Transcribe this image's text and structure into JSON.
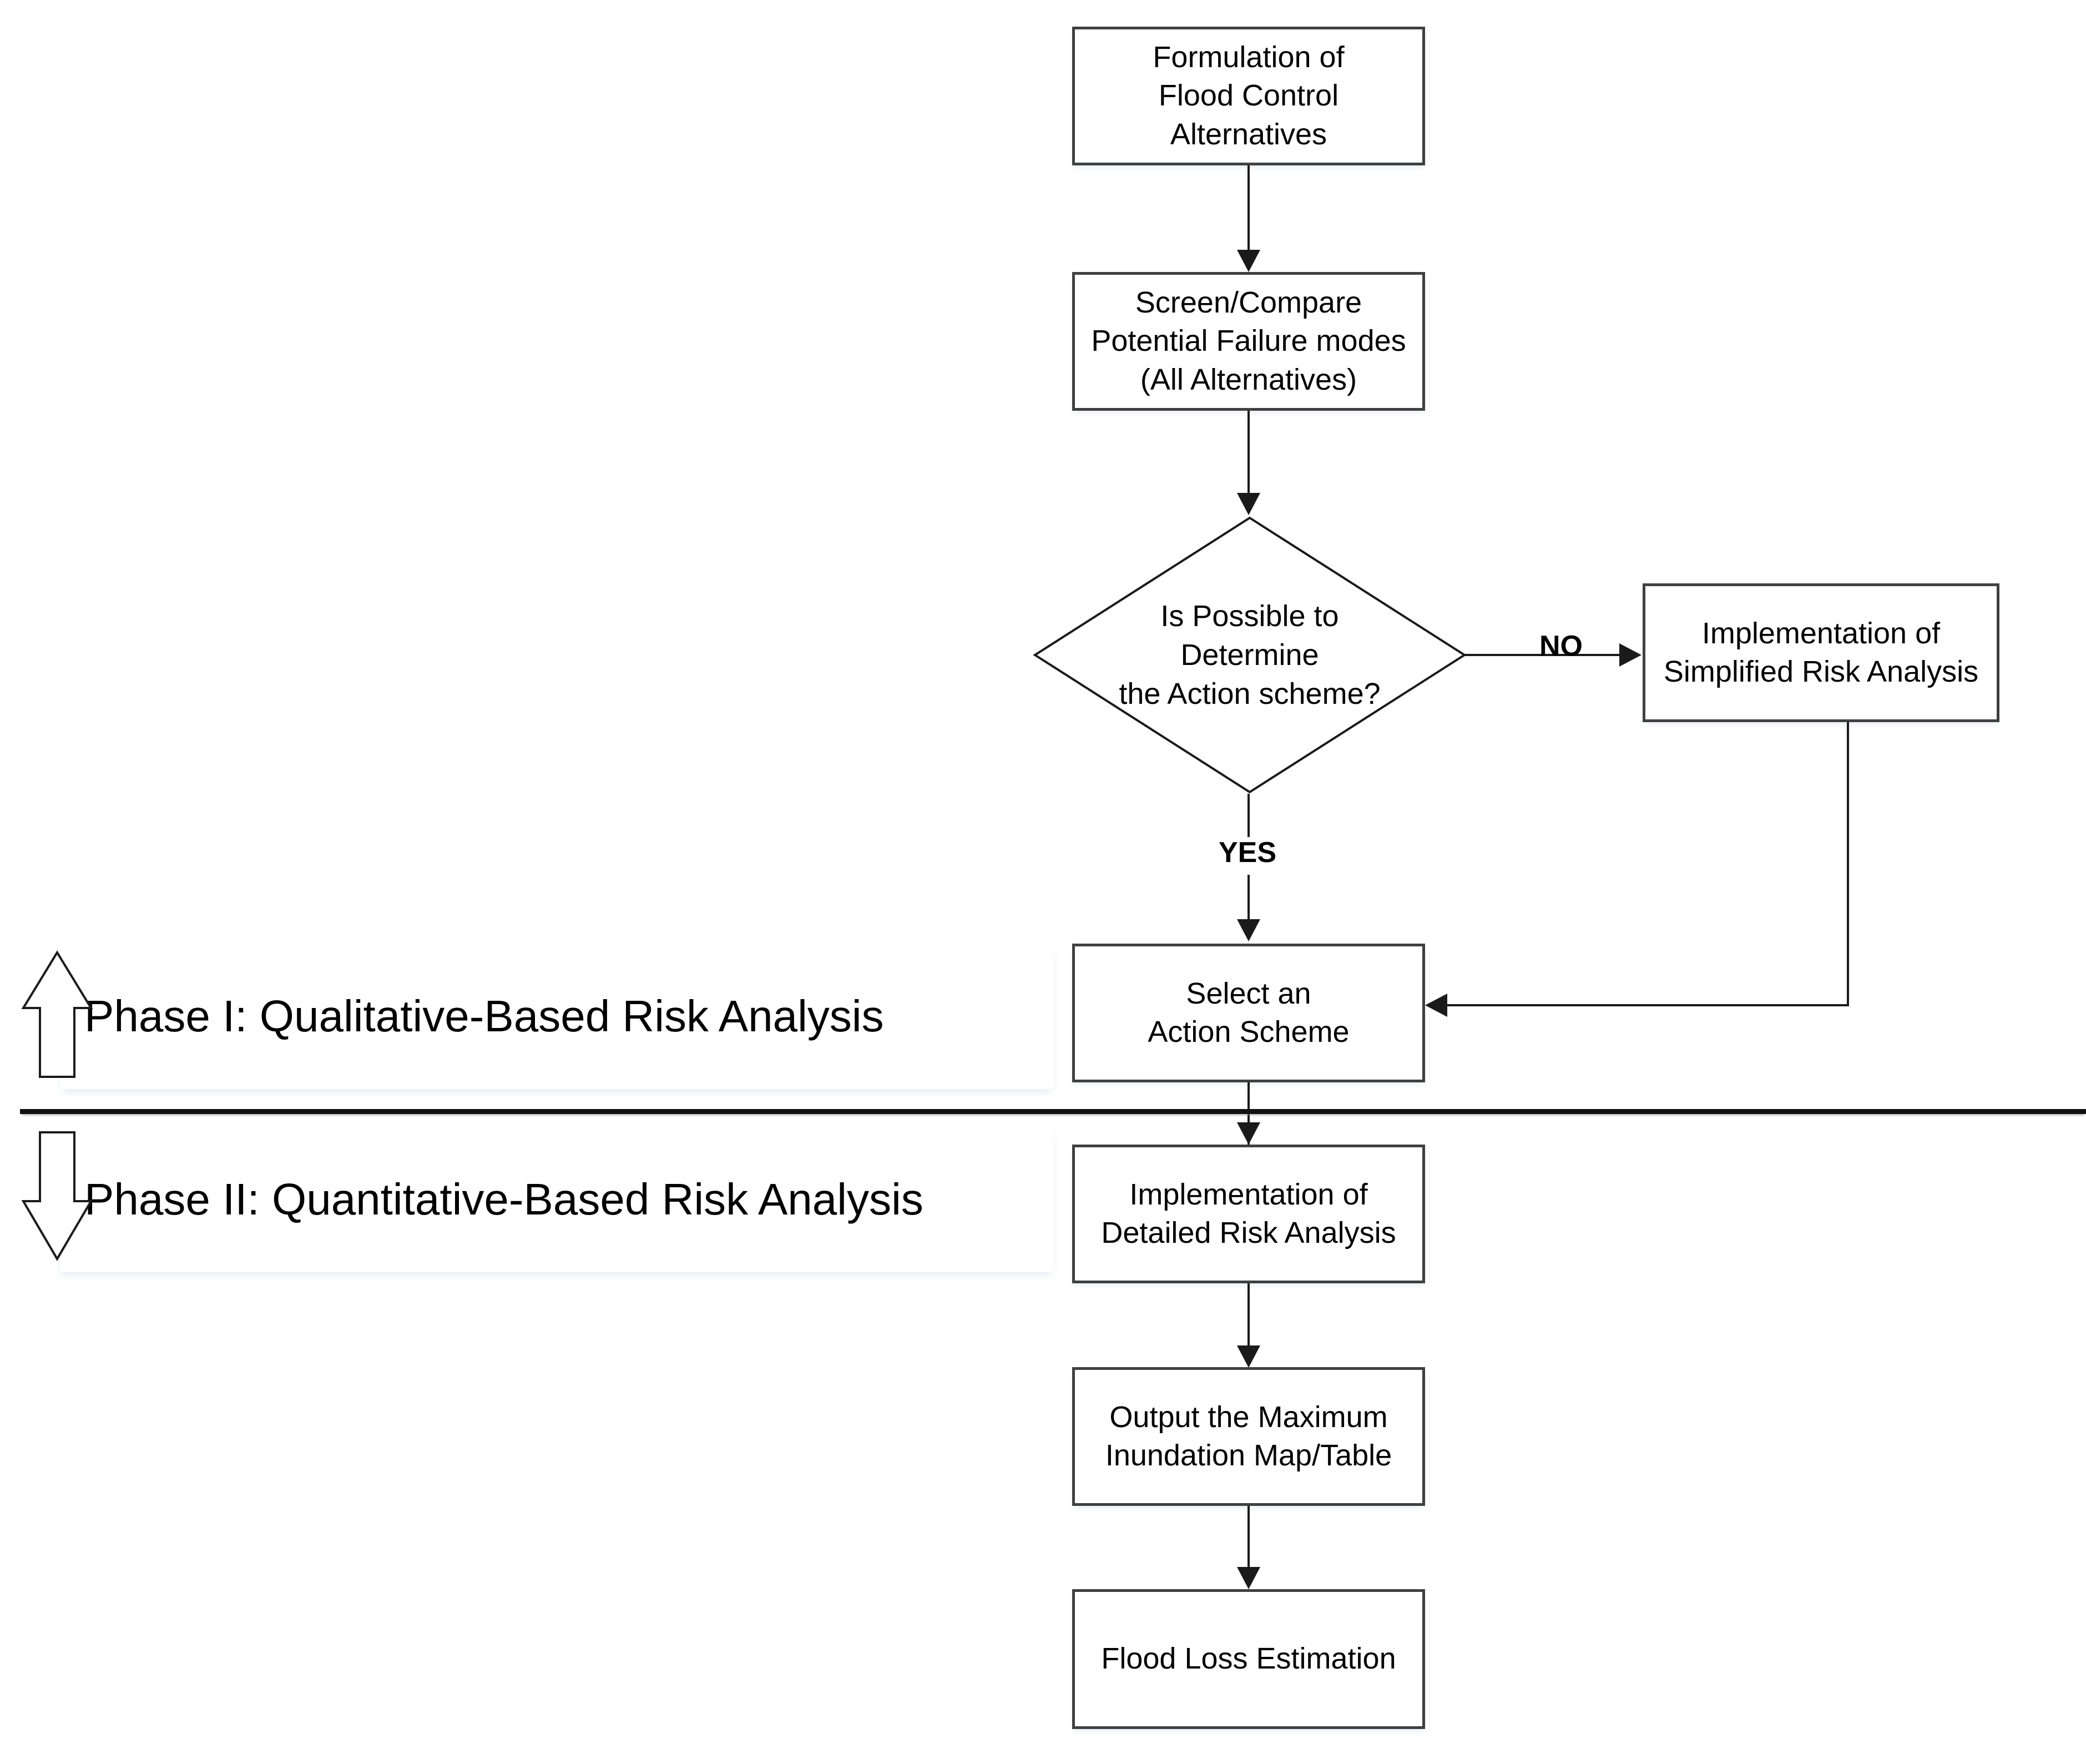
{
  "diagram": {
    "title": "Flood Control Risk Analysis Flowchart",
    "nodes": {
      "formulation": "Formulation of\nFlood Control\nAlternatives",
      "screen_compare": "Screen/Compare\nPotential Failure modes\n(All Alternatives)",
      "decision": "Is Possible to\nDetermine\nthe Action scheme?",
      "simplified": "Implementation of\nSimplified Risk Analysis",
      "select_scheme": "Select an\nAction Scheme",
      "detailed": "Implementation of\nDetailed Risk Analysis",
      "output_map": "Output the Maximum\nInundation Map/Table",
      "flood_loss": "Flood Loss Estimation"
    },
    "edge_labels": {
      "no": "NO",
      "yes": "YES"
    },
    "phases": {
      "phase_one": "Phase I: Qualitative-Based Risk Analysis",
      "phase_two": "Phase II: Quantitative-Based Risk Analysis"
    },
    "colors": {
      "node_border": "#404040",
      "connector": "#1a1a1a",
      "divider": "#111111",
      "text": "#000000",
      "background": "#ffffff"
    }
  }
}
